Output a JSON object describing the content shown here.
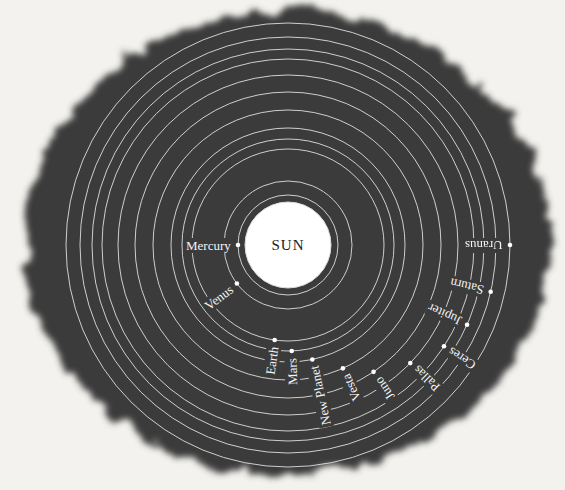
{
  "diagram": {
    "nodes": [
      {
        "text": [
          "SUN"
        ]
      }
    ],
    "labels": [
      "Mercury",
      "Venus",
      "Earth",
      "Mars",
      "New Planet",
      "Vesta",
      "Juno",
      "Pallas",
      "Ceres",
      "Jupiter",
      "Saturn",
      "Uranus"
    ]
  }
}
